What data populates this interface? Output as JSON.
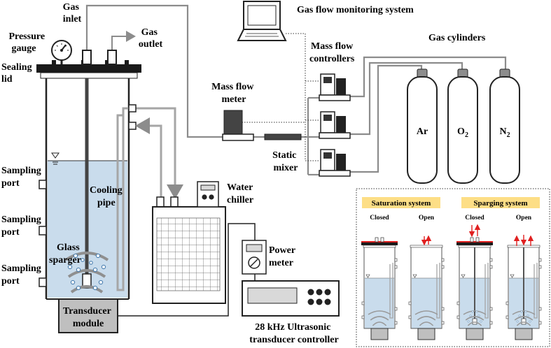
{
  "labels": {
    "gas_inlet": [
      "Gas",
      "inlet"
    ],
    "gas_outlet": [
      "Gas",
      "outlet"
    ],
    "pressure_gauge": [
      "Pressure",
      "gauge"
    ],
    "sealing_lid": [
      "Sealing",
      "lid"
    ],
    "gas_flow_monitoring": "Gas flow monitoring system",
    "gas_cylinders": "Gas cylinders",
    "mass_flow_controllers": [
      "Mass flow",
      "controllers"
    ],
    "mass_flow_meter": [
      "Mass flow",
      "meter"
    ],
    "static_mixer": [
      "Static",
      "mixer"
    ],
    "water_chiller": [
      "Water",
      "chiller"
    ],
    "sampling_port": [
      "Sampling",
      "port"
    ],
    "cooling_pipe": [
      "Cooling",
      "pipe"
    ],
    "glass_sparger": [
      "Glass",
      "sparger"
    ],
    "transducer_module": [
      "Transducer",
      "module"
    ],
    "power_meter": [
      "Power",
      "meter"
    ],
    "transducer_controller": [
      "28 kHz Ultrasonic",
      "transducer controller"
    ]
  },
  "cylinders": [
    {
      "main": "Ar",
      "sub": ""
    },
    {
      "main": "O",
      "sub": "2"
    },
    {
      "main": "N",
      "sub": "2"
    }
  ],
  "inset": {
    "saturation_title": "Saturation system",
    "sparging_title": "Sparging system",
    "states": [
      "Closed",
      "Open",
      "Closed",
      "Open"
    ]
  },
  "colors": {
    "water": "#c9dcec",
    "pipe_gray": "#a6a6a6",
    "lid_dark": "#1a1a1a",
    "inset_header": "#fdde86",
    "red_arrow": "#e02020"
  }
}
